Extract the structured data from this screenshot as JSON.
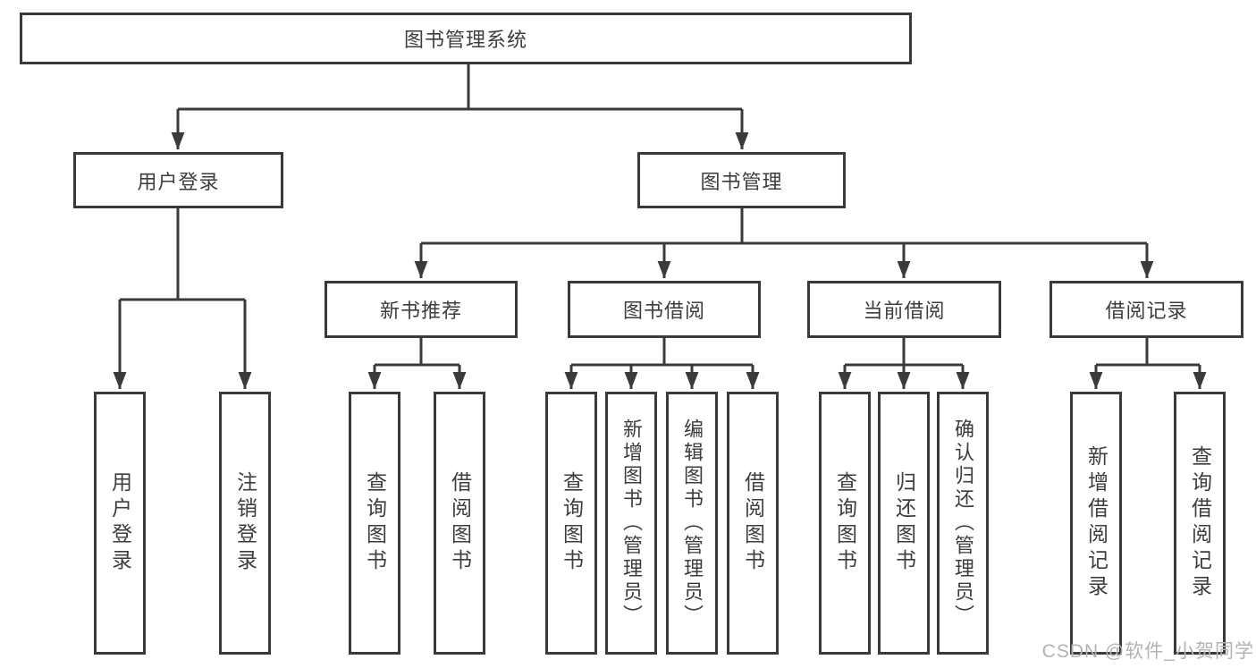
{
  "tree": {
    "root": "图书管理系统",
    "user_login": {
      "label": "用户登录",
      "children": [
        "用户登录",
        "注销登录"
      ]
    },
    "book_mgmt": {
      "label": "图书管理",
      "sections": [
        {
          "label": "新书推荐",
          "children": [
            "查询图书",
            "借阅图书"
          ]
        },
        {
          "label": "图书借阅",
          "children": [
            "查询图书",
            "新增图书（管理员）",
            "编辑图书（管理员）",
            "借阅图书"
          ]
        },
        {
          "label": "当前借阅",
          "children": [
            "查询图书",
            "归还图书",
            "确认归还（管理员）"
          ]
        },
        {
          "label": "借阅记录",
          "children": [
            "新增借阅记录",
            "查询借阅记录"
          ]
        }
      ]
    }
  },
  "watermark": "CSDN @软件_小贺同学",
  "colors": {
    "line": "#3a3a3a",
    "text": "#3d3d3d",
    "watermark": "#b3b3b3",
    "background": "#ffffff"
  }
}
